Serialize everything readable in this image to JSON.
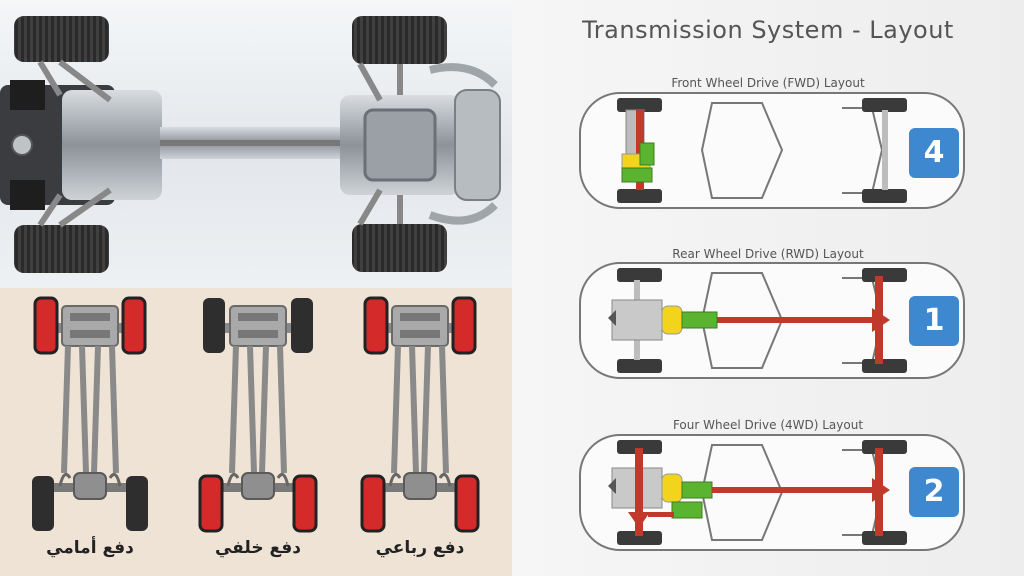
{
  "title": "Transmission System - Layout",
  "layouts": [
    {
      "name": "Front Wheel Drive (FWD) Layout",
      "badge": "4"
    },
    {
      "name": "Rear Wheel Drive (RWD) Layout",
      "badge": "1"
    },
    {
      "name": "Four Wheel Drive (4WD) Layout",
      "badge": "2"
    }
  ],
  "arabic_labels": [
    "دفع أمامي",
    "دفع خلفي",
    "دفع رباعي"
  ],
  "colors": {
    "badge": "#3d88cf",
    "drive_line": "#c0392b",
    "gearbox": "#5ab430",
    "clutch": "#f2d41d",
    "drive_wheel": "#d42a2a",
    "idle_wheel": "#2e2e2e"
  }
}
